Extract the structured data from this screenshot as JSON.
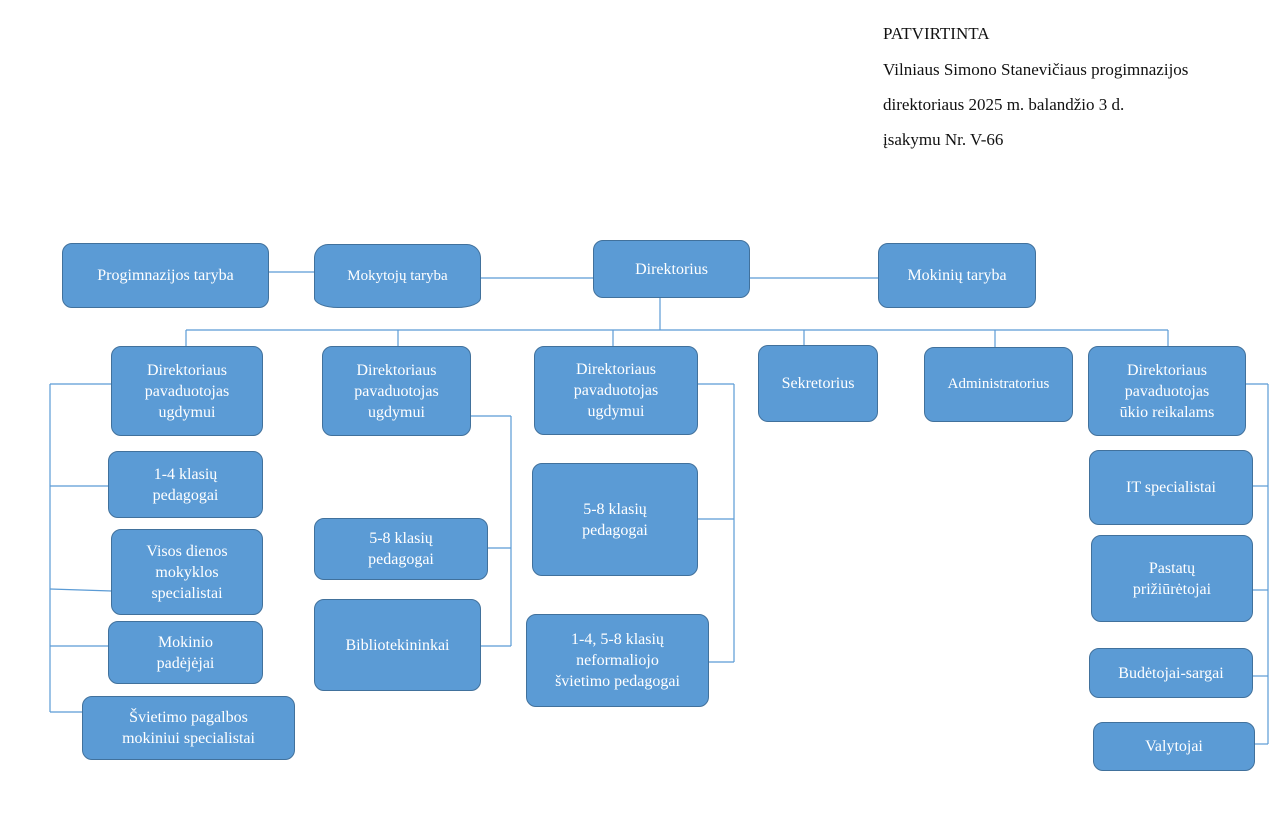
{
  "header": {
    "line1": "PATVIRTINTA",
    "line2": "Vilniaus Simono Stanevičiaus progimnazijos",
    "line3": "direktoriaus 2025 m. balandžio 3 d.",
    "line4": "įsakymu Nr. V-66"
  },
  "nodes": {
    "progimnazijos_taryba": "Progimnazijos taryba",
    "mokytoju_taryba": "Mokytojų taryba",
    "direktorius": "Direktorius",
    "mokiniu_taryba": "Mokinių taryba",
    "pavaduotojas_1": "Direktoriaus\npavaduotojas\nugdymui",
    "pavaduotojas_2": "Direktoriaus\npavaduotojas\nugdymui",
    "pavaduotojas_3": "Direktoriaus\npavaduotojas\nugdymui",
    "sekretorius": "Sekretorius",
    "administratorius": "Administratorius",
    "pavaduotojas_ukio": "Direktoriaus\npavaduotojas\nūkio reikalams",
    "klasiu_1_4": "1-4 klasių\npedagogai",
    "visos_dienos": "Visos dienos\nmokyklos\nspecialistai",
    "mokinio_padejejai": "Mokinio\npadėjėjai",
    "svietimo_pagalbos": "Švietimo pagalbos\nmokiniui specialistai",
    "klasiu_5_8_a": "5-8 klasių\npedagogai",
    "bibliotekininkai": "Bibliotekininkai",
    "klasiu_5_8_b": "5-8 klasių\npedagogai",
    "neformaliojo": "1-4, 5-8 klasių\nneformaliojo\nšvietimo pedagogai",
    "it_specialistai": "IT specialistai",
    "pastatu": "Pastatų\nprižiūrėtojai",
    "budetojai": "Budėtojai-sargai",
    "valytojai": "Valytojai"
  }
}
